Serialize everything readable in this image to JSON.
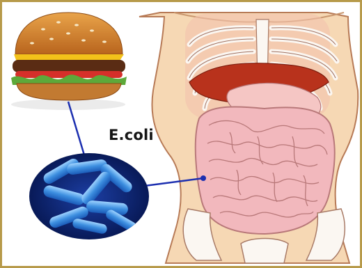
{
  "diagram": {
    "label": "E.coli",
    "elements": [
      "burger-illustration",
      "bacteria-closeup",
      "torso-illustration",
      "intestines",
      "liver",
      "rib-cage",
      "connector-lines"
    ]
  },
  "colors": {
    "frame_border": "#b79a4a",
    "skin": "#f6d8b4",
    "skin_outline": "#b77a56",
    "liver": "#b8321c",
    "intestine": "#f2b8bd",
    "intestine_outline": "#b87879",
    "rib": "#fbf7f2",
    "bacteria_bg": "#0a1e6a",
    "bacteria": "#3d8fe0",
    "connector": "#1c2fb0"
  }
}
